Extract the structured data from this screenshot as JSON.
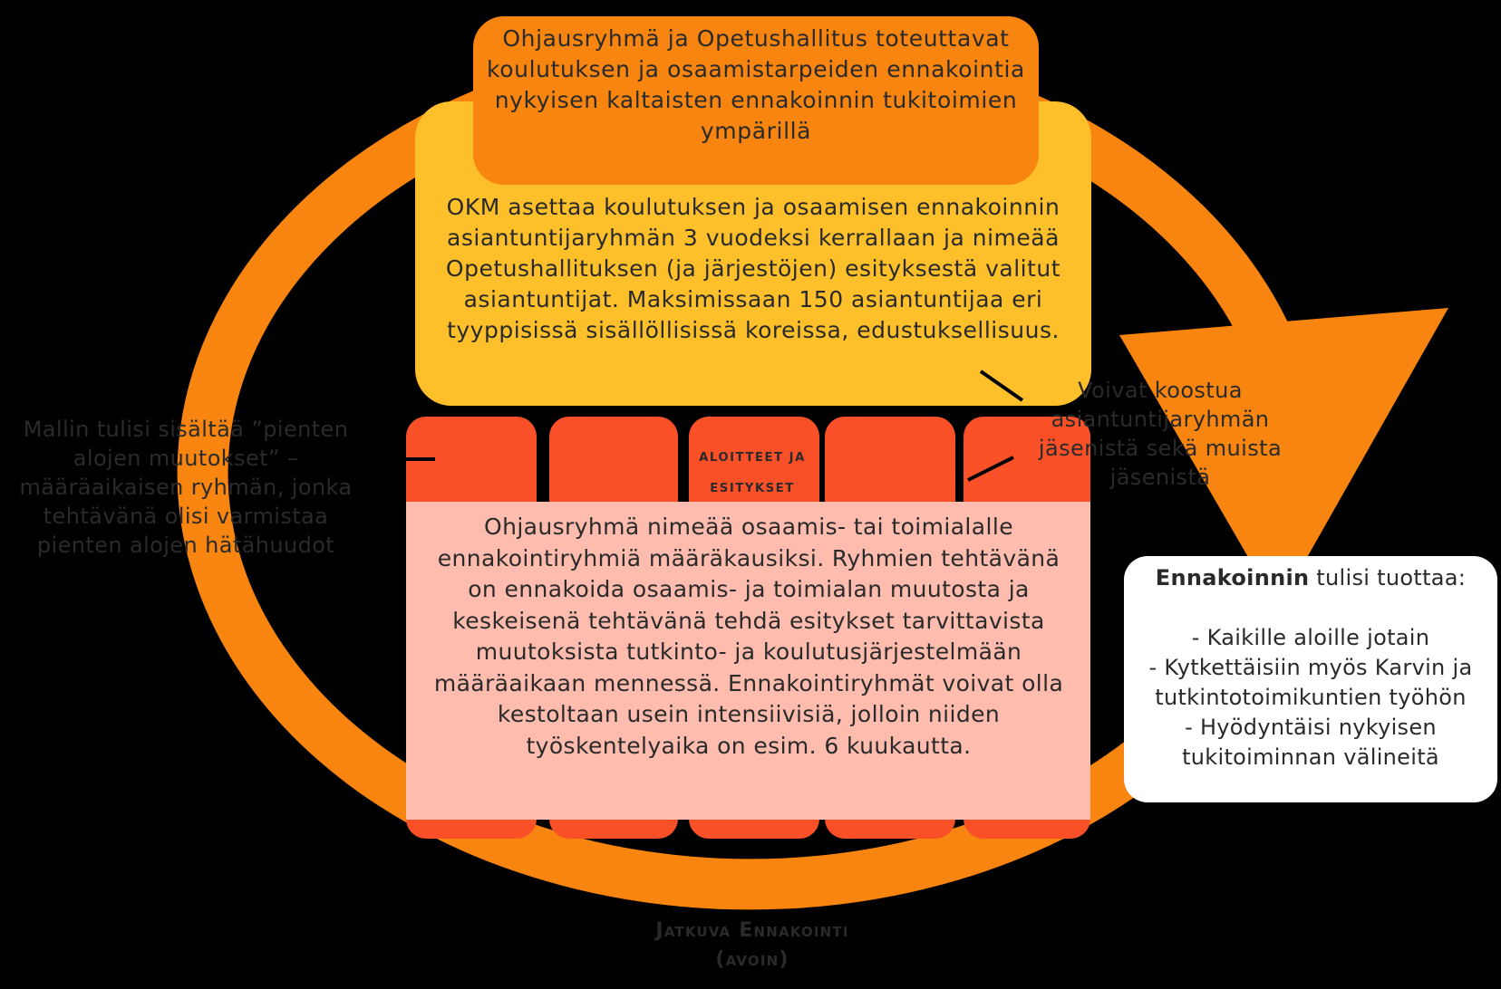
{
  "colors": {
    "background": "#000000",
    "ring": "#F7850F",
    "top_box": "#F7850F",
    "okm_box": "#FEC02A",
    "column_header": "#FA5028",
    "column_body": "#FEBCAE",
    "callout": "#FFFFFF",
    "text": "#2a2a2a"
  },
  "top_box": {
    "text": "Ohjausryhmä ja Opetushallitus toteuttavat koulutuksen ja osaamistarpeiden ennakointia nykyisen kaltaisten ennakoinnin tukitoimien ympärillä"
  },
  "okm_box": {
    "text": "OKM asettaa koulutuksen ja osaamisen ennakoinnin asiantuntijaryhmän 3 vuodeksi kerrallaan ja nimeää Opetushallituksen (ja järjestöjen) esityksestä valitut asiantuntijat. Maksimissaan 150 asiantuntijaa eri tyyppisissä sisällöllisissä koreissa, edustuksellisuus."
  },
  "columns": {
    "header": "Aloitteet ja esitykset",
    "body": "Ohjausryhmä nimeää osaamis- tai toimialalle ennakointiryhmiä määräkausiksi. Ryhmien tehtävänä on ennakoida osaamis- ja toimialan muutosta ja keskeisenä tehtävänä tehdä esitykset tarvittavista muutoksista tutkinto- ja koulutusjärjestelmään määräaikaan mennessä. Ennakointiryhmät voivat olla kestoltaan usein intensiivisiä, jolloin niiden työskentelyaika on esim. 6 kuukautta."
  },
  "left_note": {
    "text": "Mallin tulisi sisältää ”pienten alojen muutokset” – määräaikaisen ryhmän, jonka tehtävänä olisi varmistaa pienten alojen hätähuudot"
  },
  "right_note": {
    "text": "Voivat koostua asiantuntijaryhmän jäsenistä sekä muista jäsenistä"
  },
  "callout": {
    "heading_bold": "Ennakoinnin",
    "heading_rest": " tulisi tuottaa:",
    "items": [
      "-   Kaikille aloille jotain",
      "-   Kytkettäisiin myös Karvin ja tutkintotoimikuntien työhön",
      "-   Hyödyntäisi nykyisen tukitoiminnan välineitä"
    ]
  },
  "cycle": {
    "title_line1": "Jatkuva Ennakointi",
    "title_line2": "(avoin)"
  }
}
